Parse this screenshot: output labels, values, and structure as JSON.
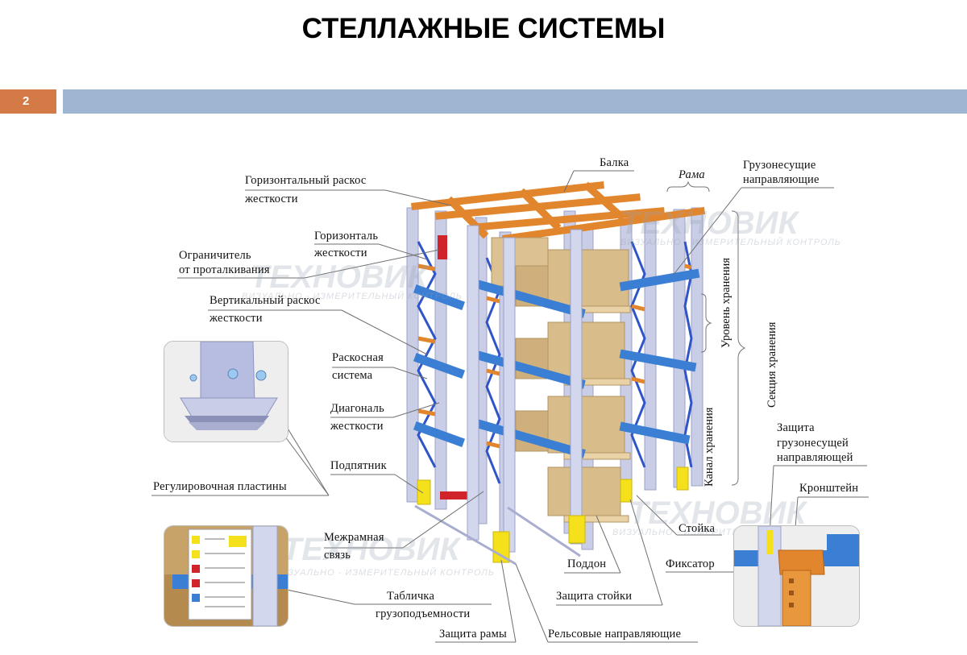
{
  "header": {
    "title": "СТЕЛЛАЖНЫЕ СИСТЕМЫ",
    "page_number": "2"
  },
  "labels": {
    "balka": "Балка",
    "rama": "Рама",
    "gruzonesushchie_1": "Грузонесущие",
    "gruzonesushchie_2": "направляющие",
    "gor_raskos_1": "Горизонтальный раскос",
    "gor_raskos_2": "жесткости",
    "gorizontal_1": "Горизонталь",
    "gorizontal_2": "жесткости",
    "ogranichitel_1": "Ограничитель",
    "ogranichitel_2": "от проталкивания",
    "vert_raskos_1": "Вертикальный раскос",
    "vert_raskos_2": "жесткости",
    "raskosnaya_1": "Раскосная",
    "raskosnaya_2": "система",
    "diagonal_1": "Диагональ",
    "diagonal_2": "жесткости",
    "podpyatnik": "Подпятник",
    "regulir": "Регулировочная пластины",
    "mezhramnaya_1": "Межрамная",
    "mezhramnaya_2": "связь",
    "tablichka_1": "Табличка",
    "tablichka_2": "грузоподъемности",
    "zashchita_ramy": "Защита рамы",
    "relsovye": "Рельсовые направляющие",
    "poddon": "Поддон",
    "zashchita_stoiki": "Защита стойки",
    "stoika": "Стойка",
    "fiksator": "Фиксатор",
    "kronshtein": "Кронштейн",
    "zashchita_gruz_1": "Защита",
    "zashchita_gruz_2": "грузонесущей",
    "zashchita_gruz_3": "направляющей",
    "uroven": "Уровень хранения",
    "kanal": "Канал хранения",
    "sekciya": "Секция хранения"
  },
  "watermark": {
    "brand": "ТЕХНОВИК",
    "tagline": "ВИЗУАЛЬНО - ИЗМЕРИТЕЛЬНЫЙ КОНТРОЛЬ"
  },
  "colors": {
    "upright": "#c9cde6",
    "beam": "#e2862e",
    "rail": "#3b7fd4",
    "brace": "#2f55c8",
    "box": "#d8bc8a",
    "pallet": "#e9d3a6",
    "guard": "#f4e11b",
    "limiter": "#d0242a",
    "page_num_bg": "#d47a46",
    "bar": "#9fb6d3"
  }
}
